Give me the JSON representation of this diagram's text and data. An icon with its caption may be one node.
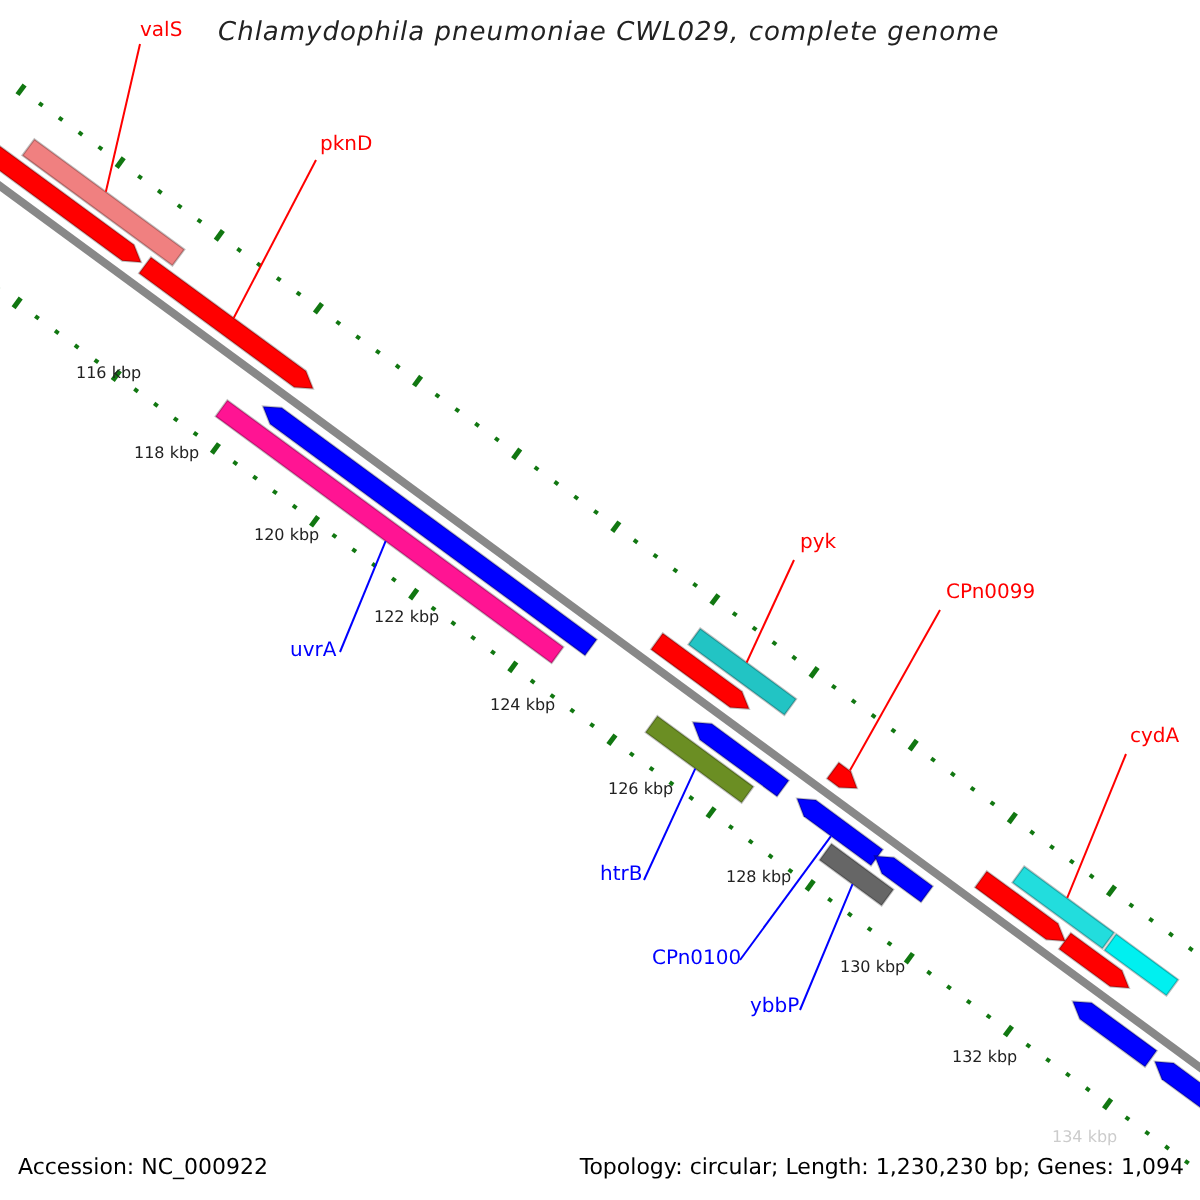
{
  "diagram": {
    "title": "Chlamydophila pneumoniae CWL029, complete genome",
    "nodes": [
      {
        "text": [
          "valS"
        ]
      },
      {
        "text": [
          "pknD"
        ]
      },
      {
        "text": [
          "pyk"
        ]
      },
      {
        "text": [
          "CPn0099"
        ]
      },
      {
        "text": [
          "uvrA"
        ]
      },
      {
        "text": [
          "cydA"
        ]
      },
      {
        "text": [
          "htrB"
        ]
      },
      {
        "text": [
          "CPn0100"
        ]
      },
      {
        "text": [
          "ybbP"
        ]
      },
      {
        "text": [],
        "shape": "bar"
      },
      {
        "text": [],
        "shape": "bar"
      },
      {
        "text": [],
        "shape": "bar"
      },
      {
        "text": [],
        "shape": "bar"
      },
      {
        "text": [],
        "shape": "bar"
      },
      {
        "text": [],
        "shape": "bar"
      },
      {
        "text": [],
        "shape": "bar"
      },
      {
        "text": [],
        "shape": "bar"
      },
      {
        "text": [],
        "shape": "bar"
      },
      {
        "text": [],
        "shape": "bar"
      },
      {
        "text": [],
        "shape": "bar"
      },
      {
        "text": [],
        "shape": "bar"
      },
      {
        "text": [],
        "shape": "bar"
      },
      {
        "text": [],
        "shape": "bar"
      },
      {
        "text": [],
        "shape": "bar"
      },
      {
        "text": [],
        "shape": "bar"
      },
      {
        "text": [],
        "shape": "bar"
      },
      {
        "text": [],
        "shape": "bar"
      },
      {
        "text": [],
        "shape": "bar"
      }
    ],
    "edges": [
      {
        "from": 0,
        "to": 9,
        "arrow": "none",
        "color": "#ff0000"
      },
      {
        "from": 1,
        "to": 11,
        "arrow": "none",
        "color": "#ff0000"
      },
      {
        "from": 2,
        "to": 14,
        "arrow": "none",
        "color": "#ff0000"
      },
      {
        "from": 3,
        "to": 18,
        "arrow": "none",
        "color": "#ff0000"
      },
      {
        "from": 4,
        "to": 12,
        "arrow": "none",
        "color": "#0000ff"
      },
      {
        "from": 5,
        "to": 23,
        "arrow": "none",
        "color": "#ff0000"
      },
      {
        "from": 6,
        "to": 16,
        "arrow": "none",
        "color": "#0000ff"
      },
      {
        "from": 7,
        "to": 19,
        "arrow": "none",
        "color": "#0000ff"
      },
      {
        "from": 8,
        "to": 21,
        "arrow": "none",
        "color": "#0000ff"
      }
    ],
    "labels": [
      "116 kbp",
      "118 kbp",
      "120 kbp",
      "122 kbp",
      "124 kbp",
      "126 kbp",
      "128 kbp",
      "130 kbp",
      "132 kbp",
      "134 kbp",
      "Accession: NC_000922",
      "Topology: circular; Length: 1,230,230 bp; Genes: 1,094"
    ]
  }
}
